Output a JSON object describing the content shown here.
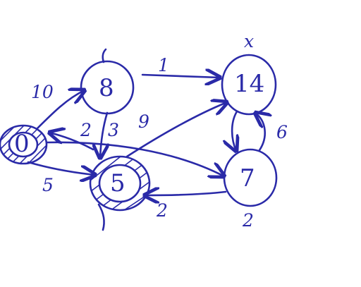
{
  "diagram": {
    "nodes": [
      {
        "id": "0",
        "value": "0",
        "visited": true,
        "mark": ""
      },
      {
        "id": "8",
        "value": "8",
        "visited": false,
        "mark": ""
      },
      {
        "id": "5",
        "value": "5",
        "visited": true,
        "mark": ""
      },
      {
        "id": "14",
        "value": "14",
        "visited": false,
        "mark": "x"
      },
      {
        "id": "7",
        "value": "7",
        "visited": false,
        "mark": ""
      }
    ],
    "edges": [
      {
        "from": "0",
        "to": "8",
        "weight": "10"
      },
      {
        "from": "0",
        "to": "5",
        "weight": "5"
      },
      {
        "from": "8",
        "to": "14",
        "weight": "1"
      },
      {
        "from": "8",
        "to": "5",
        "weight": "3"
      },
      {
        "from": "5",
        "to": "0",
        "weight": "2"
      },
      {
        "from": "5",
        "to": "14",
        "weight": "9"
      },
      {
        "from": "14",
        "to": "7",
        "weight": "6"
      },
      {
        "from": "7",
        "to": "5",
        "weight": "2"
      },
      {
        "from": "0",
        "to": "7",
        "weight": ""
      }
    ],
    "annotations": {
      "dist_14": "x",
      "dist_7": "2"
    }
  },
  "colors": {
    "ink": "#2a2aa8",
    "background": "#ffffff"
  }
}
